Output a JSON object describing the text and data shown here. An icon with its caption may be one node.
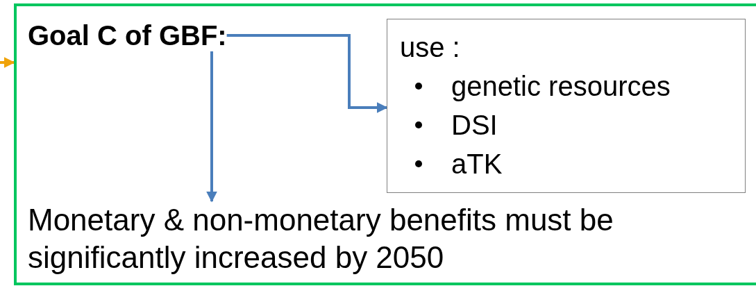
{
  "diagram": {
    "nodes": [
      {
        "text": [],
        "shape": "box"
      },
      {
        "text": [
          "Goal C of GBF:"
        ],
        "in": 0
      },
      {
        "text": [
          "use :",
          "genetic resources",
          "DSI",
          "aTK"
        ],
        "in": 0
      },
      {
        "text": [
          "Monetary & non-monetary benefits must be significantly increased by 2050"
        ],
        "in": 0
      }
    ],
    "edges": [
      {
        "from": 1,
        "to": 2,
        "arrow": "to"
      },
      {
        "from": 1,
        "to": 3,
        "arrow": "to"
      },
      {
        "from": null,
        "to": 0,
        "arrow": "to",
        "color": "#f0a30a"
      }
    ]
  }
}
